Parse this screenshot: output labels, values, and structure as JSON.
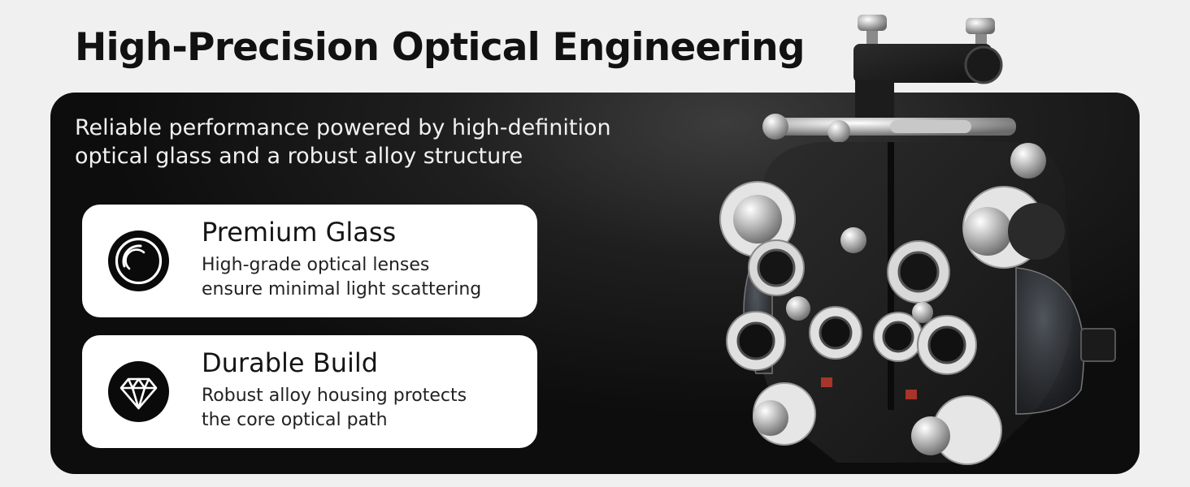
{
  "header": {
    "title": "High-Precision Optical Engineering"
  },
  "panel": {
    "subtitle_line1": "Reliable performance powered by high-definition",
    "subtitle_line2": "optical glass and a robust alloy structure"
  },
  "features": [
    {
      "icon": "lens-icon",
      "title": "Premium Glass",
      "desc_line1": "High-grade optical lenses",
      "desc_line2": "ensure minimal light scattering"
    },
    {
      "icon": "diamond-icon",
      "title": "Durable Build",
      "desc_line1": "Robust alloy housing protects",
      "desc_line2": "the core optical path"
    }
  ],
  "colors": {
    "page_background": "#f0f0f0",
    "panel_background": "#141414",
    "card_background": "#ffffff",
    "icon_background": "#0a0a0a"
  }
}
